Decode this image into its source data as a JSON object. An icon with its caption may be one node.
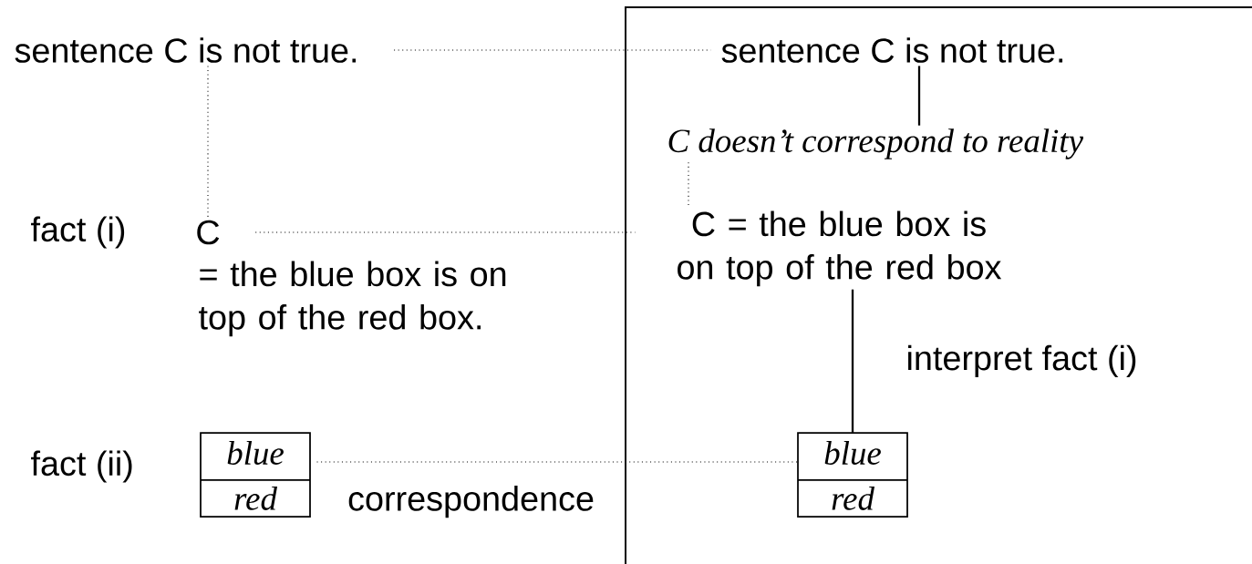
{
  "diagram": {
    "nodes": [
      {
        "text": [
          "sentence C is not true."
        ]
      },
      {
        "text": [
          "C"
        ]
      },
      {
        "text": [
          "blue",
          "red"
        ]
      },
      {
        "text": [
          "sentence C is not true."
        ]
      },
      {
        "text": [
          "C doesn’t correspond to reality"
        ]
      },
      {
        "text": [
          "C = the blue box is on top of the red box"
        ]
      },
      {
        "text": [
          "blue",
          "red"
        ]
      }
    ],
    "edges": [
      {
        "from": 0,
        "to": 3,
        "arrow": "none",
        "style": "dashed"
      },
      {
        "from": 0,
        "to": 1,
        "arrow": "none",
        "style": "dashed"
      },
      {
        "from": 1,
        "to": 5,
        "arrow": "none",
        "style": "dashed"
      },
      {
        "from": 3,
        "to": 4,
        "arrow": "none"
      },
      {
        "from": 4,
        "to": 5,
        "arrow": "none",
        "style": "dashed"
      },
      {
        "from": 5,
        "to": 6,
        "arrow": "none",
        "label": "interpret fact (i)"
      },
      {
        "from": 2,
        "to": 6,
        "arrow": "none",
        "style": "dashed",
        "label": "correspondence"
      }
    ],
    "labels": [
      "fact (i)",
      "= the blue box is on top of the red box.",
      "fact (ii)"
    ]
  }
}
